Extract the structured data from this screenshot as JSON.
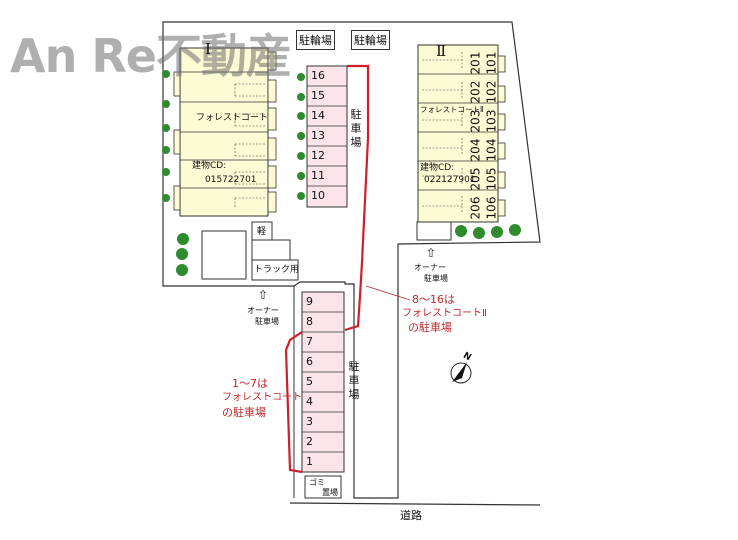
{
  "watermark": "An Re不動産",
  "buildings": {
    "one": {
      "roman": "Ⅰ",
      "name": "フォレストコート",
      "code_label": "建物CD:",
      "code": "015722701"
    },
    "two": {
      "roman": "Ⅱ",
      "name": "フォレストコートⅡ",
      "code_label": "建物CD:",
      "code": "022127901",
      "units": [
        {
          "upper": "201",
          "lower": "101"
        },
        {
          "upper": "202",
          "lower": "102"
        },
        {
          "upper": "203",
          "lower": "103"
        },
        {
          "upper": "204",
          "lower": "104"
        },
        {
          "upper": "205",
          "lower": "105"
        },
        {
          "upper": "206",
          "lower": "106"
        }
      ]
    }
  },
  "bike_parking": [
    "駐輪場",
    "駐輪場"
  ],
  "parking_upper": {
    "label": "駐車場",
    "slots": [
      "16",
      "15",
      "14",
      "13",
      "12",
      "11",
      "10"
    ]
  },
  "parking_lower": {
    "label": "駐車場",
    "slots": [
      "9",
      "8",
      "7",
      "6",
      "5",
      "4",
      "3",
      "2",
      "1"
    ]
  },
  "small_structures": {
    "kei": "軽",
    "truck": "トラック用",
    "gomi_1": "ゴミ",
    "gomi_2": "置場"
  },
  "owner_parking": {
    "left": {
      "arrow": "⇧",
      "line1": "オーナー",
      "line2": "駐車場"
    },
    "right": {
      "arrow": "⇧",
      "line1": "オーナー",
      "line2": "駐車場"
    }
  },
  "notes": {
    "forest_two": {
      "line1": "8～16は",
      "line2": "フォレストコートⅡ",
      "line3": "の駐車場"
    },
    "forest_one": {
      "line1": "1～7は",
      "line2": "フォレストコート",
      "line3": "の駐車場"
    }
  },
  "road": "道路",
  "north": "N",
  "colors": {
    "building": "#fdfbd4",
    "parking": "#fbe3ea",
    "tree": "#2e8b2e",
    "note_red": "#c0282c"
  }
}
